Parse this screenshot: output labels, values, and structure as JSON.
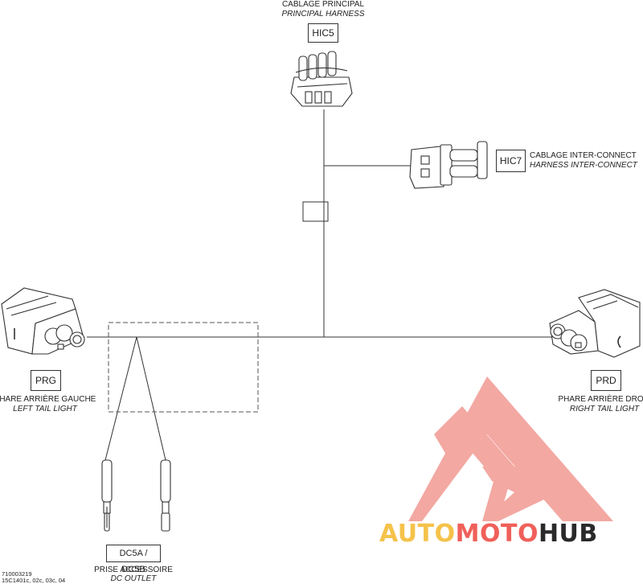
{
  "connectors": {
    "hic5": {
      "code": "HIC5",
      "label_fr": "CABLAGE PRINCIPAL",
      "label_en": "PRINCIPAL HARNESS"
    },
    "hic7": {
      "code": "HIC7",
      "label_fr": "CABLAGE INTER-CONNECT",
      "label_en": "HARNESS INTER-CONNECT"
    },
    "prg": {
      "code": "PRG",
      "label_fr": "PHARE ARRIÈRE GAUCHE",
      "label_en": "LEFT TAIL LIGHT"
    },
    "prd": {
      "code": "PRD",
      "label_fr": "PHARE ARRIÈRE DROIT",
      "label_en": "RIGHT TAIL LIGHT"
    },
    "dc": {
      "code": "DC5A / DC5B",
      "label_fr": "PRISE ACCESSOIRE",
      "label_en": "DC OUTLET"
    }
  },
  "reference": {
    "part_number": "710003219",
    "models": "15C1401c, 02c, 03c, 04"
  },
  "watermark": {
    "part1": "AUTO",
    "part2": "MOTO",
    "part3": "HUB",
    "colors": {
      "auto": "#f5c24a",
      "moto": "#f0605a",
      "hub": "#2a2a2a",
      "logo": "#f0605a"
    }
  }
}
